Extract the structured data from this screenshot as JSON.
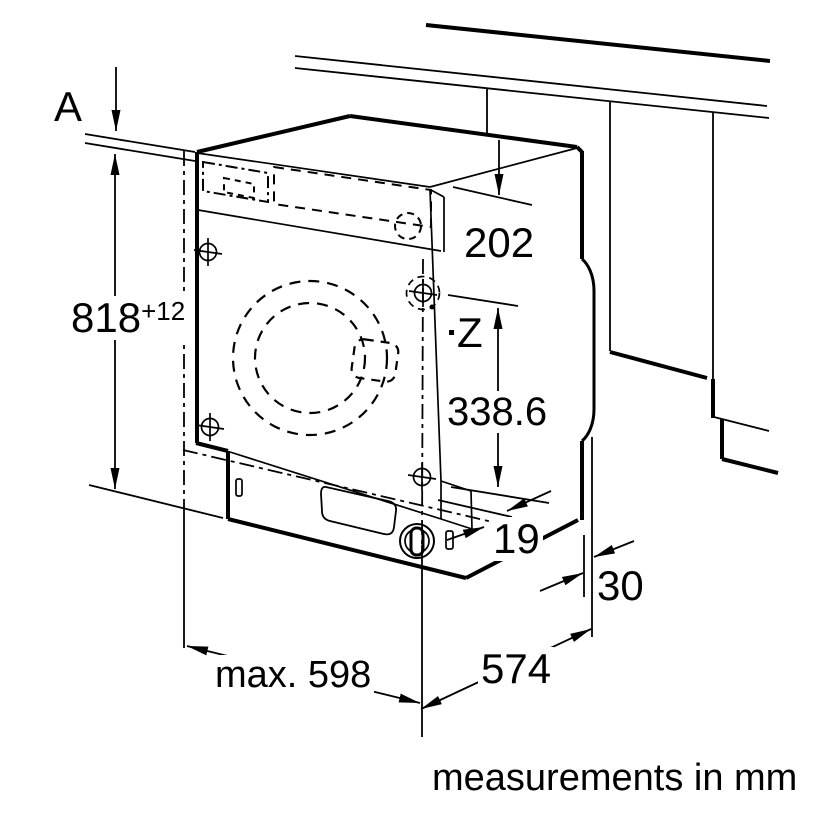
{
  "colors": {
    "line": "#000000",
    "background": "#ffffff"
  },
  "diagram": {
    "title_hint": "built-in washing machine installation drawing",
    "labels": {
      "gap_a": "A",
      "height": "818",
      "height_tol": "+12",
      "top_clearance": "202",
      "hinge_ref": "Z",
      "hinge_height": "338.6",
      "plinth_inset": "19",
      "rear_gap": "30",
      "depth": "574",
      "width": "max. 598"
    },
    "footer": "measurements in mm"
  }
}
